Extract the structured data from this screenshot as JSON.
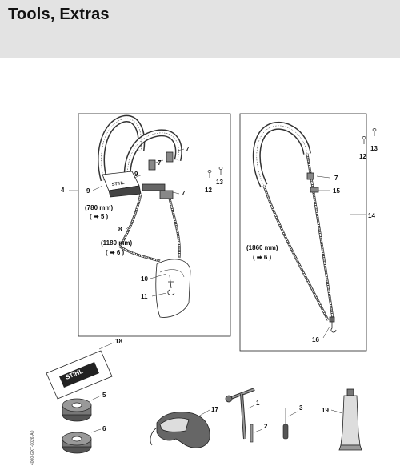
{
  "page": {
    "title": "Tools, Extras"
  },
  "document_code": "4000-GXT-0026-A0",
  "labels": {
    "full_harness": {
      "n4": "4",
      "n9a": "9",
      "n9b": "9",
      "n7a": "7",
      "n7b": "7",
      "n7c": "7",
      "n8": "8",
      "n10": "10",
      "n11": "11",
      "n12": "12",
      "n13": "13",
      "len780": "(780 mm)",
      "ref5": "( ➡ 5 )",
      "len1180": "(1180 mm)",
      "ref6": "( ➡ 6 )"
    },
    "shoulder_strap": {
      "n7": "7",
      "n12": "12",
      "n13": "13",
      "n14": "14",
      "n15": "15",
      "n16": "16",
      "len1860": "(1860 mm)",
      "ref6": "( ➡ 6 )"
    },
    "extras": {
      "n18": "18",
      "n5": "5",
      "n6": "6",
      "n17": "17",
      "n1": "1",
      "n2": "2",
      "n3": "3",
      "n19": "19"
    },
    "brand": {
      "stihl": "STIHL"
    }
  }
}
